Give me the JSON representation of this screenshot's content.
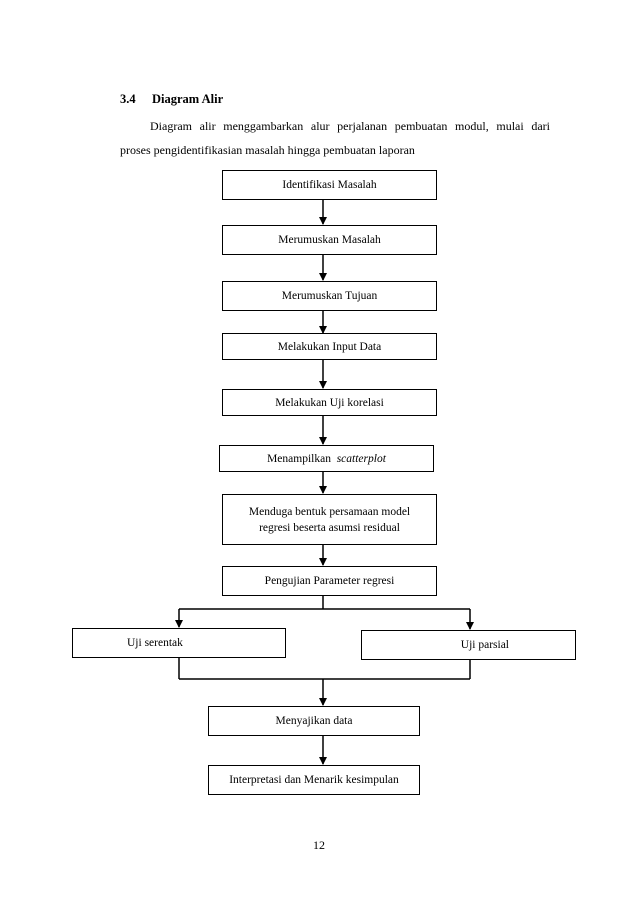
{
  "section": {
    "number": "3.4",
    "title": "Diagram Alir",
    "paragraph_line1": "Diagram alir menggambarkan alur perjalanan pembuatan modul, mulai dari",
    "paragraph_line2": "proses pengidentifikasian masalah hingga pembuatan laporan"
  },
  "flowchart": {
    "steps": [
      "Identifikasi Masalah",
      "Merumuskan Masalah",
      "Merumuskan Tujuan",
      "Melakukan Input Data",
      "Melakukan Uji korelasi"
    ],
    "scatter_step_prefix": "Menampilkan",
    "scatter_step_term": "scatterplot",
    "model_step_line1": "Menduga bentuk persamaan model",
    "model_step_line2": "regresi beserta asumsi residual",
    "parameter_test": "Pengujian Parameter regresi",
    "branch_left": "Uji serentak",
    "branch_right": "Uji parsial",
    "present_data": "Menyajikan data",
    "conclusion": "Interpretasi dan Menarik kesimpulan"
  },
  "page_number": "12"
}
